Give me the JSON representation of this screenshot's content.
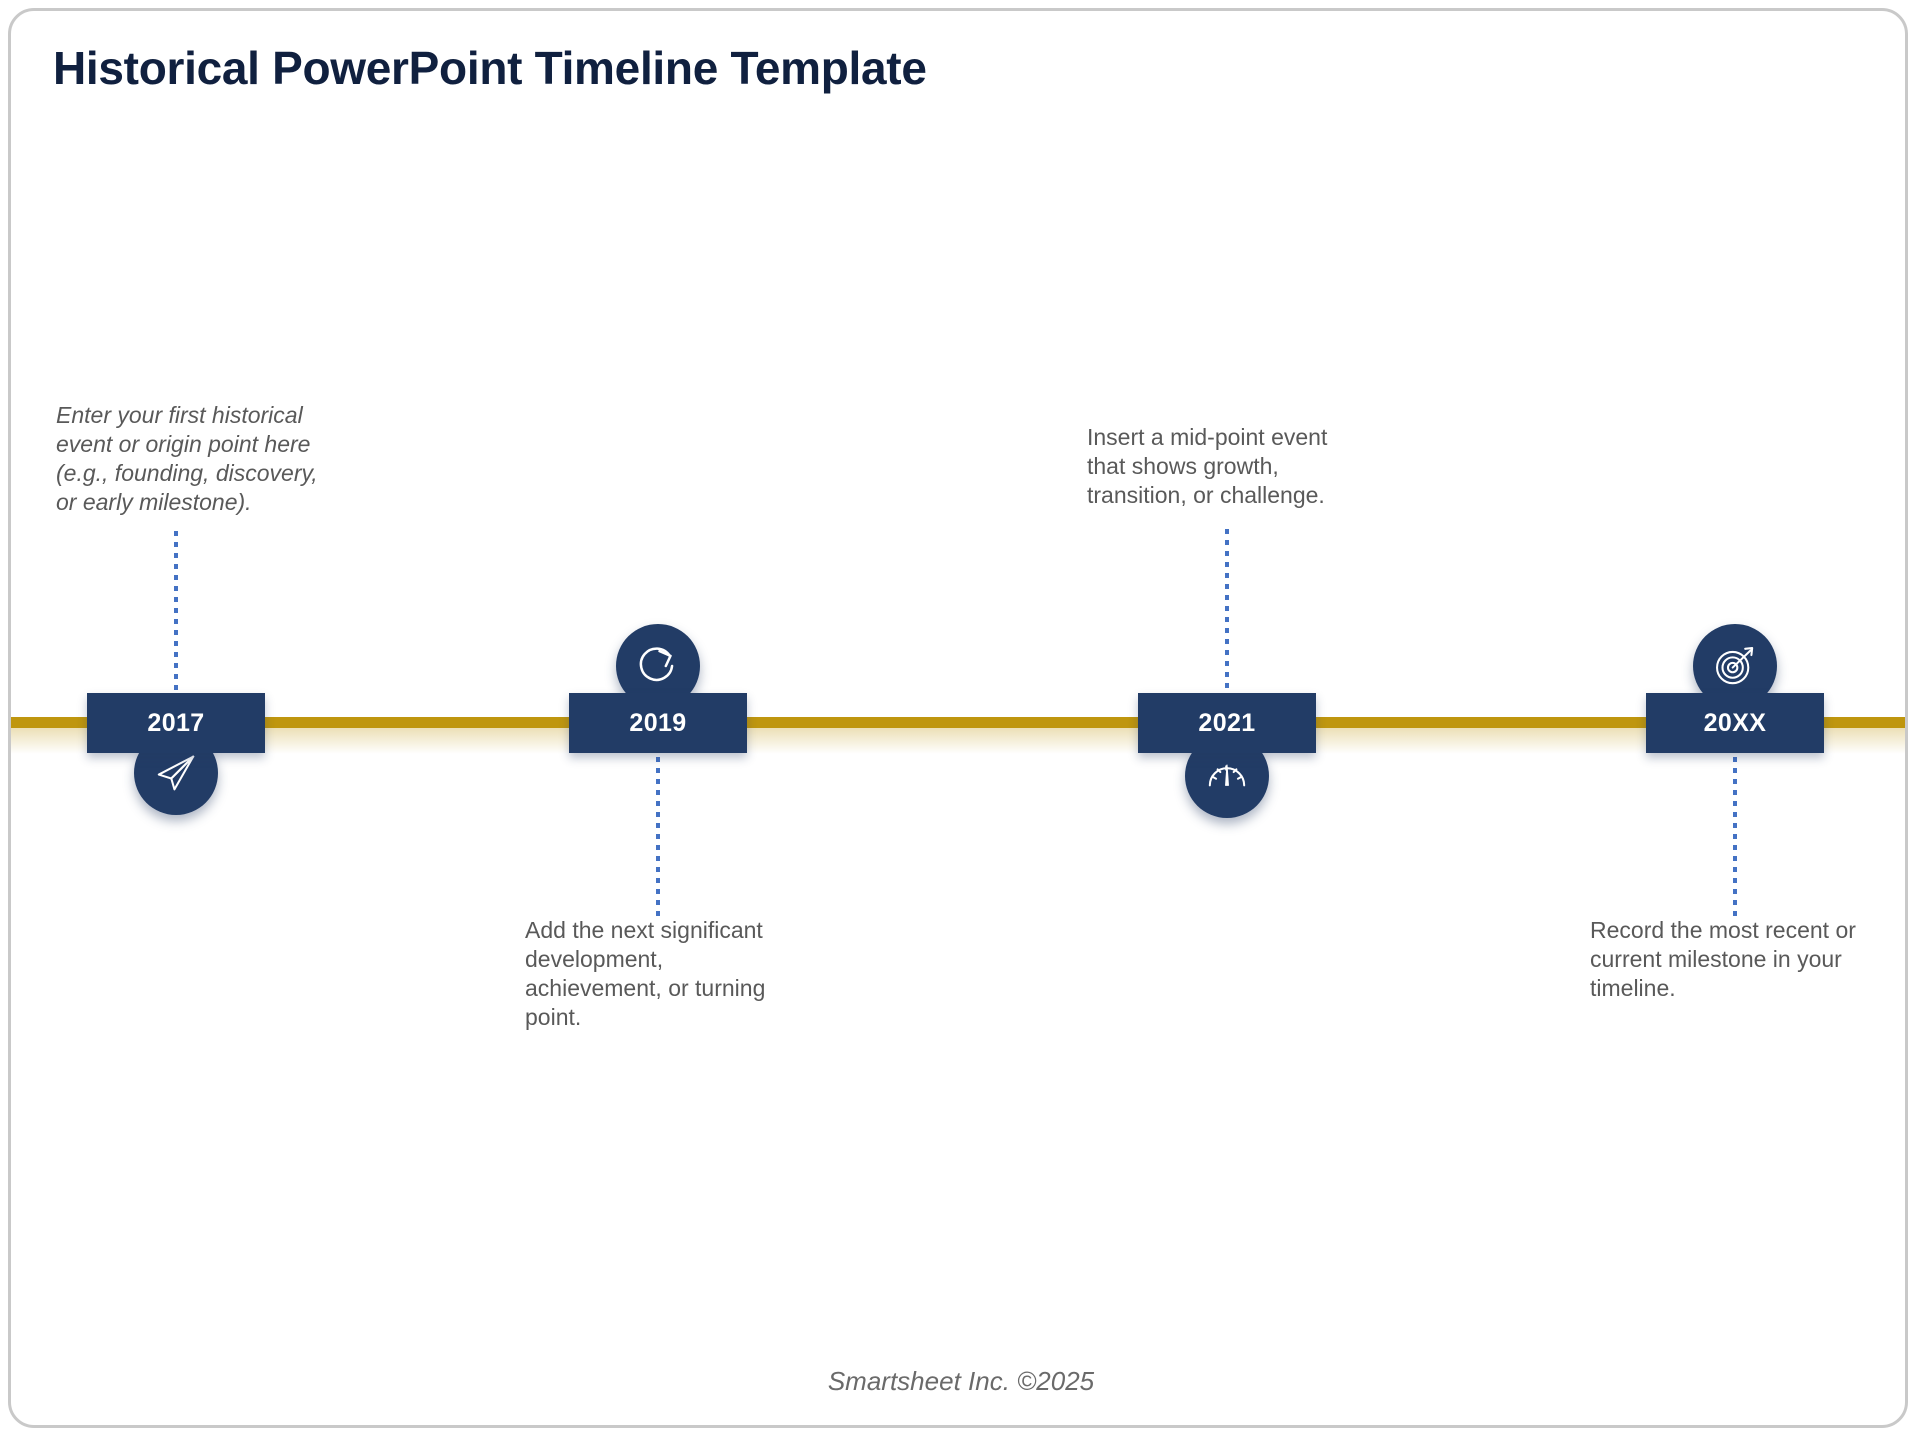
{
  "slide": {
    "title": "Historical PowerPoint Timeline Template",
    "footer": "Smartsheet Inc. ©2025",
    "colors": {
      "navy": "#223c66",
      "title_navy": "#10203f",
      "axis_gold": "#bf960e",
      "connector_blue": "#4472c4",
      "body_gray": "#595959",
      "frame_border": "#c9c9c9"
    }
  },
  "timeline": {
    "axis_color": "#bf960e",
    "milestones": [
      {
        "year": "2017",
        "icon": "paper-plane-icon",
        "icon_position": "below",
        "caption": "Enter your first historical\nevent or origin point here\n(e.g., founding, discovery,\nor early milestone).",
        "caption_position": "above",
        "caption_italic": true
      },
      {
        "year": "2019",
        "icon": "refresh-arrow-icon",
        "icon_position": "above",
        "caption": "Add the next significant\ndevelopment,\nachievement, or turning\npoint.",
        "caption_position": "below",
        "caption_italic": false
      },
      {
        "year": "2021",
        "icon": "gauge-icon",
        "icon_position": "below",
        "caption": "Insert a mid-point event\nthat shows growth,\ntransition, or challenge.",
        "caption_position": "above",
        "caption_italic": false
      },
      {
        "year": "20XX",
        "icon": "target-arrow-icon",
        "icon_position": "above",
        "caption": "Record the most recent or\ncurrent milestone in your\ntimeline.",
        "caption_position": "below",
        "caption_italic": false
      }
    ]
  }
}
